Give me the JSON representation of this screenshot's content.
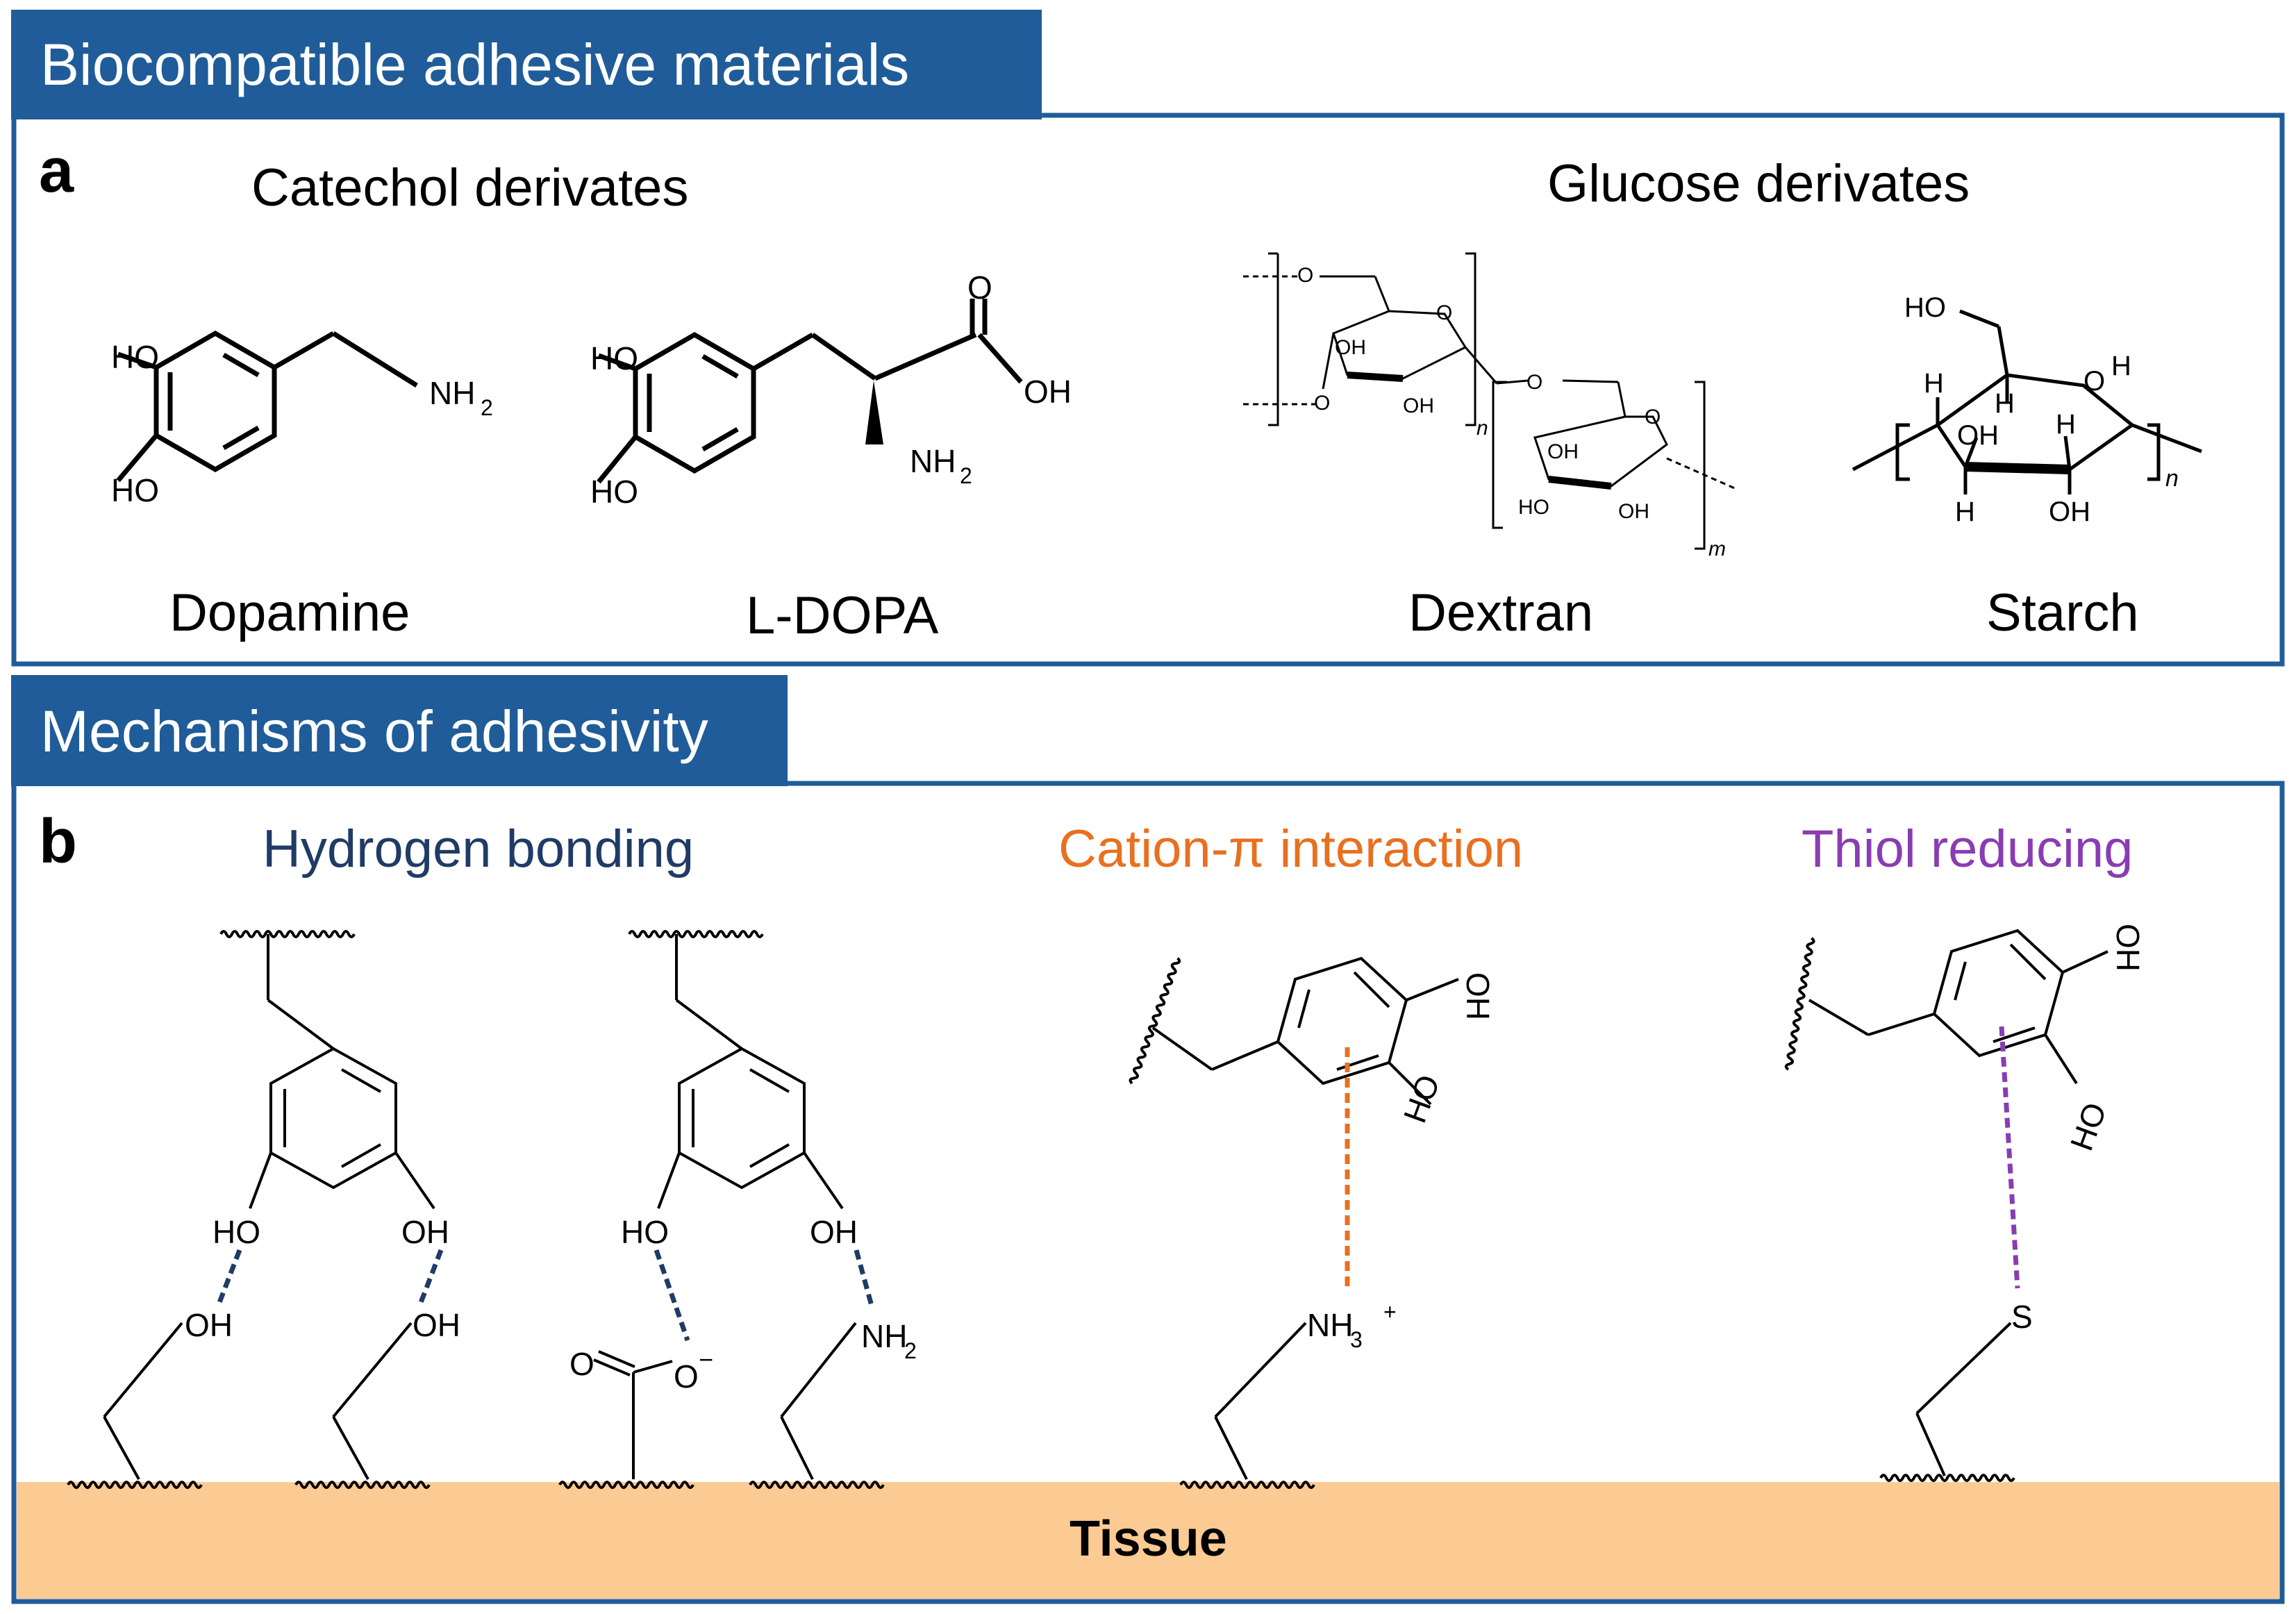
{
  "colors": {
    "frame": "#1F5C99",
    "banner_text": "#FFFFFF",
    "hbond": "#1F3B66",
    "cation": "#E8701F",
    "thiol": "#8A3CB3",
    "tissue": "#FCCB93",
    "ink": "#000000"
  },
  "section_a": {
    "banner": "Biocompatible adhesive materials",
    "letter": "a",
    "catechol_title": "Catechol derivates",
    "glucose_title": "Glucose derivates",
    "compounds": [
      {
        "name": "Dopamine"
      },
      {
        "name": "L-DOPA"
      },
      {
        "name": "Dextran"
      },
      {
        "name": "Starch"
      }
    ],
    "labels": {
      "ho": "HO",
      "oh": "OH",
      "nh2": "NH",
      "sub2": "2",
      "o": "O",
      "h": "H",
      "n": "n",
      "m": "m"
    }
  },
  "section_b": {
    "banner": "Mechanisms of adhesivity",
    "letter": "b",
    "mechanisms": [
      {
        "title": "Hydrogen bonding"
      },
      {
        "title": "Cation-π interaction"
      },
      {
        "title": "Thiol reducing"
      }
    ],
    "labels": {
      "ho": "HO",
      "oh": "OH",
      "nh": "NH",
      "sub2": "2",
      "sub3": "3",
      "plus": "+",
      "minus": "−",
      "o": "O",
      "s": "S"
    },
    "tissue_label": "Tissue"
  }
}
